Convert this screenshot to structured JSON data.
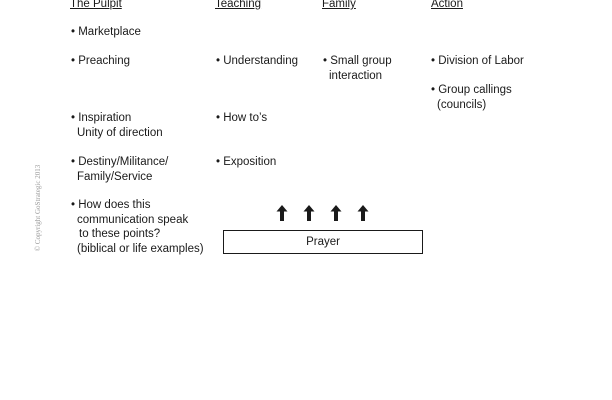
{
  "headers": {
    "pulpit": "The Pulpit",
    "teaching": "Teaching",
    "family": "Family",
    "action": "Action"
  },
  "pulpit_items": [
    {
      "lines": [
        "• Marketplace"
      ]
    },
    {
      "lines": [
        "• Preaching"
      ]
    },
    {
      "lines": [
        "• Inspiration",
        "Unity of direction"
      ]
    },
    {
      "lines": [
        "• Destiny/Militance/",
        "Family/Service"
      ]
    },
    {
      "lines": [
        "• How does this",
        "communication speak",
        "to these points?",
        "(biblical or life examples)"
      ]
    }
  ],
  "teaching_items": [
    {
      "lines": [
        "• Understanding"
      ]
    },
    {
      "lines": [
        "• How to’s"
      ]
    },
    {
      "lines": [
        "• Exposition"
      ]
    }
  ],
  "family_items": [
    {
      "lines": [
        "• Small group",
        "interaction"
      ]
    }
  ],
  "action_items": [
    {
      "lines": [
        "• Division of Labor"
      ]
    },
    {
      "lines": [
        "• Group callings",
        "(councils)"
      ]
    }
  ],
  "arrow_count": 4,
  "arrow_icon": "arrow-up-icon",
  "prayer_label": "Prayer",
  "copyright": "© Copyright GoStrategic 2013",
  "colors": {
    "ink": "#1a1a1a",
    "watermark": "#9a9a9a"
  }
}
